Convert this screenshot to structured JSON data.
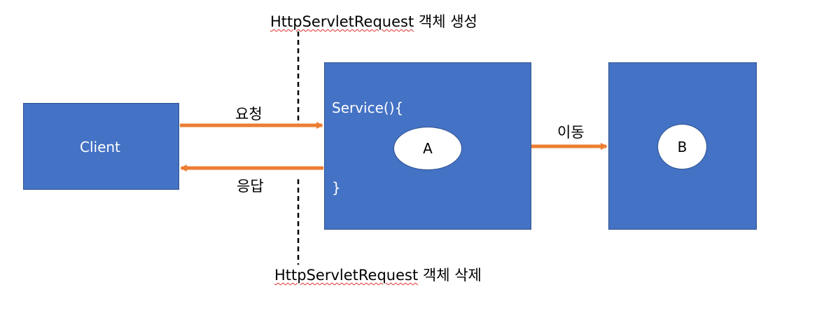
{
  "labels": {
    "client": "Client",
    "service_open": "Service(){",
    "service_close": "}",
    "node_a": "A",
    "node_b": "B",
    "request": "요청",
    "response": "응답",
    "move": "이동"
  },
  "captions": {
    "top": {
      "class_name": "HttpServletRequest",
      "suffix": " 객체 생성"
    },
    "bottom": {
      "class_name": "HttpServletRequest",
      "suffix": " 객체 삭제"
    }
  },
  "colors": {
    "box_fill": "#4472c4",
    "box_border": "#2f528f",
    "arrow": "#ed7d31",
    "dashed_line": "#000000",
    "node_fill": "#ffffff",
    "squiggle": "#e03030"
  }
}
